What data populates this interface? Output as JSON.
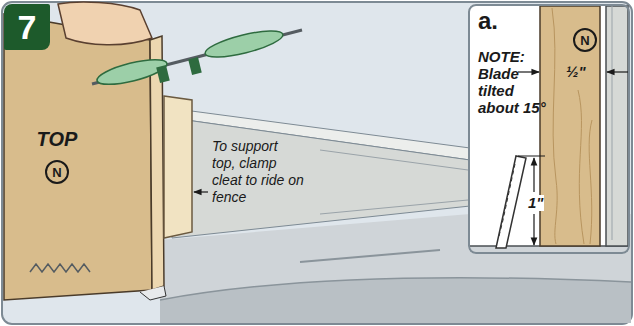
{
  "diagram": {
    "nodes": [
      {
        "text": [
          "7"
        ]
      },
      {
        "text": [
          "TOP"
        ]
      },
      {
        "text": [
          "N"
        ],
        "in": 1
      },
      {
        "text": [
          "a."
        ]
      },
      {
        "text": [
          "N"
        ],
        "in": 3
      }
    ],
    "labels": [
      "To support top, clamp cleat to ride on fence",
      "NOTE: Blade tilted about 15°",
      "½\"",
      "1\""
    ]
  }
}
